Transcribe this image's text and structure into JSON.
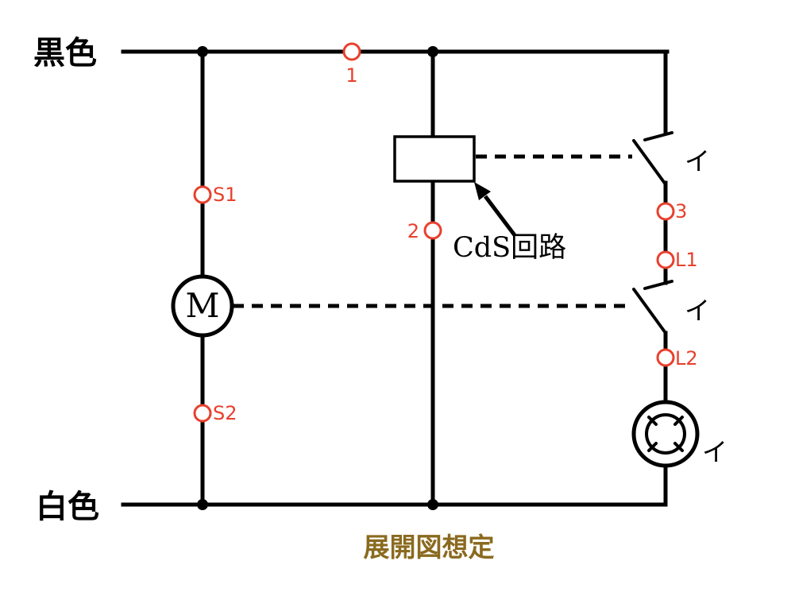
{
  "diagram": {
    "title": "展開図想定",
    "bus": {
      "top_label": "黒色",
      "bottom_label": "白色"
    },
    "motor": {
      "label": "M"
    },
    "cds": {
      "label": "CdS回路"
    },
    "terminals": {
      "t1": "1",
      "t2": "2",
      "t3": "3",
      "s1": "S1",
      "s2": "S2",
      "l1": "L1",
      "l2": "L2"
    },
    "contacts": {
      "sw1": "イ",
      "sw2": "イ",
      "lamp": "イ"
    },
    "colors": {
      "line": "#000000",
      "terminal": "#e8402d",
      "title": "#8a6a1f"
    }
  }
}
